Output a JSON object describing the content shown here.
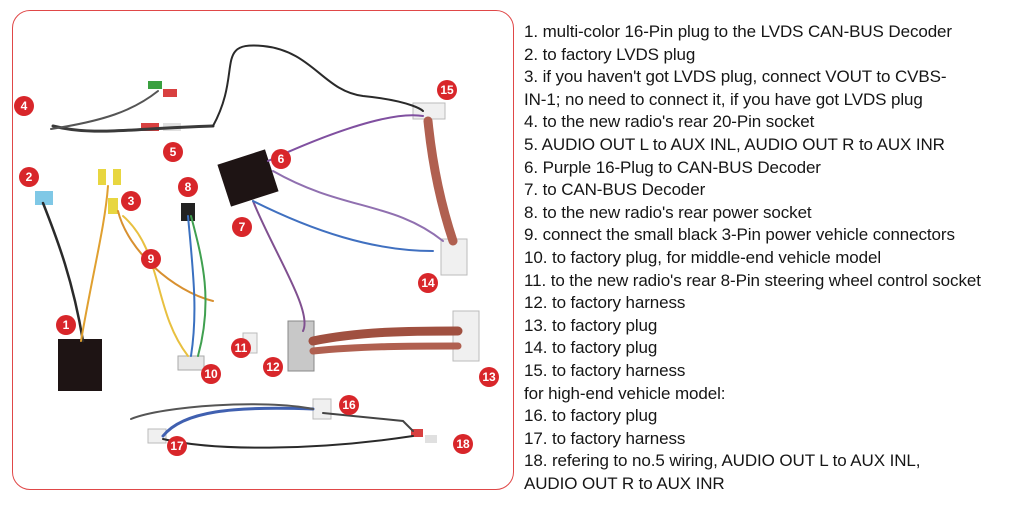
{
  "callouts": [
    "1",
    "2",
    "3",
    "4",
    "5",
    "6",
    "7",
    "8",
    "9",
    "10",
    "11",
    "12",
    "13",
    "14",
    "15",
    "16",
    "17",
    "18"
  ],
  "legend": [
    "1. multi-color 16-Pin plug to the LVDS CAN-BUS Decoder",
    "2. to factory LVDS plug",
    "3. if you haven't got LVDS plug, connect VOUT to CVBS-",
    "IN-1; no need to connect it, if you have got LVDS plug",
    "4. to the new radio's rear 20-Pin socket",
    "5. AUDIO OUT L to AUX INL, AUDIO OUT R to AUX INR",
    "6. Purple 16-Plug to CAN-BUS Decoder",
    "7. to CAN-BUS Decoder",
    "8. to the new radio's rear power socket",
    "9. connect the small black 3-Pin power vehicle connectors",
    "10. to factory plug, for middle-end vehicle model",
    "11. to the new radio's rear 8-Pin steering wheel control socket",
    "12. to factory harness",
    "13. to factory plug",
    "14. to factory plug",
    "15. to factory harness",
    "for high-end vehicle model:",
    "16. to factory plug",
    "17. to factory harness",
    "18. refering to no.5 wiring, AUDIO OUT L to AUX INL,",
    "AUDIO OUT R to AUX INR"
  ],
  "colors": {
    "frame": "#e04848",
    "badge": "#d8262a"
  }
}
